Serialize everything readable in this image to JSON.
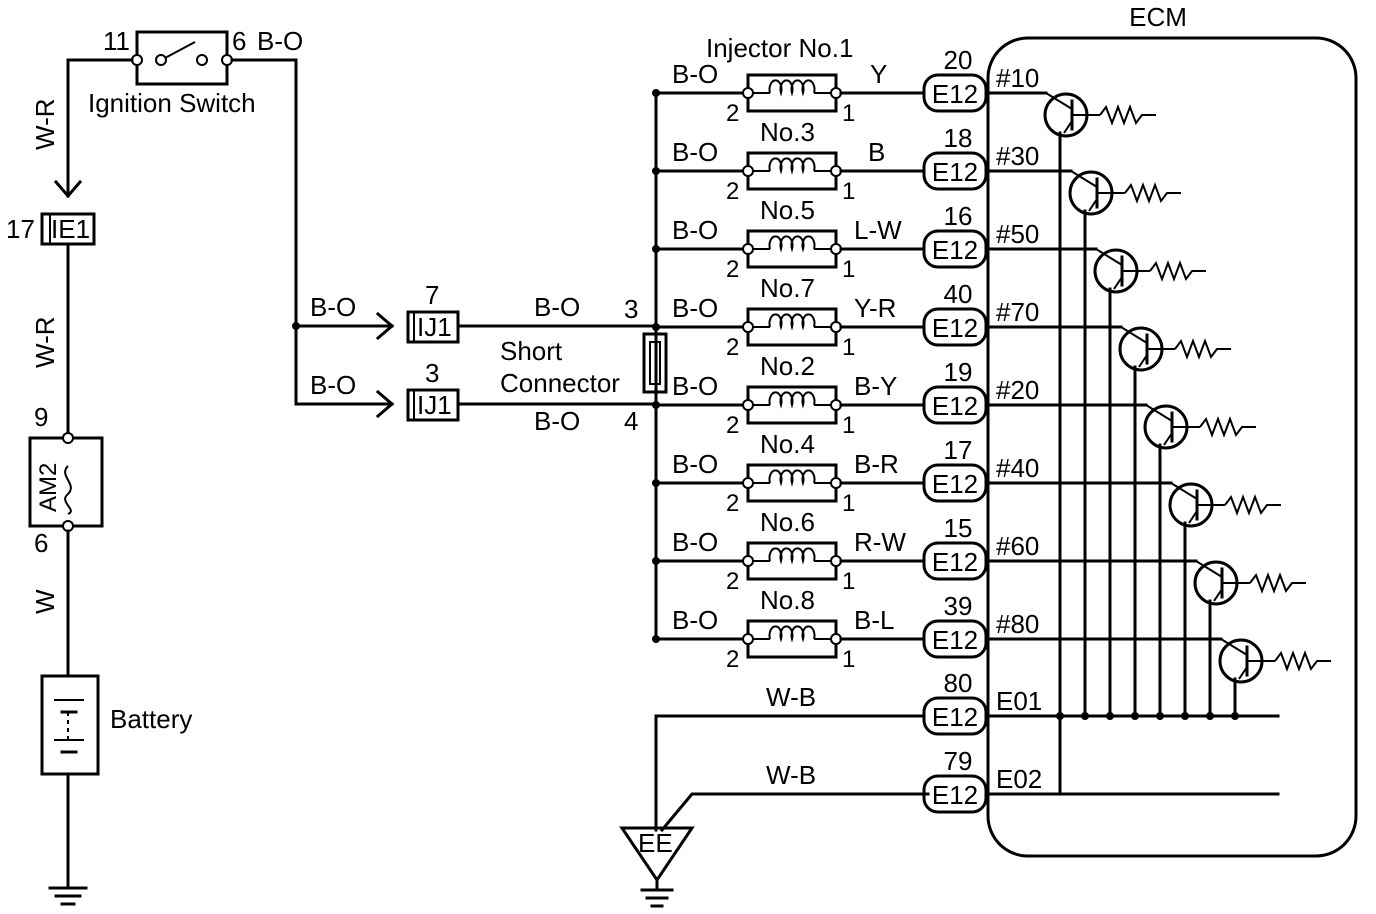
{
  "ecm": {
    "label": "ECM"
  },
  "ignition": {
    "label": "Ignition Switch",
    "pin_in": "11",
    "pin_out": "6",
    "out_wire": "B-O",
    "in_wire": "W-R"
  },
  "ie1": {
    "name": "IE1",
    "pin": "17",
    "wire_below": "W-R"
  },
  "fuse": {
    "name": "AM2",
    "pin_top": "9",
    "pin_bottom": "6",
    "wire_below": "W"
  },
  "battery": {
    "label": "Battery"
  },
  "ij1_upper": {
    "name": "IJ1",
    "pin": "7",
    "wire_in": "B-O",
    "wire_out": "B-O"
  },
  "ij1_lower": {
    "name": "IJ1",
    "pin": "3",
    "wire_in": "B-O",
    "wire_out": "B-O"
  },
  "short_connector": {
    "line1": "Short",
    "line2": "Connector",
    "pin_top": "3",
    "pin_bottom": "4"
  },
  "injectors": [
    {
      "label": "Injector No.1",
      "supply_wire": "B-O",
      "pin_a": "2",
      "pin_b": "1",
      "out_wire": "Y",
      "ecm_conn": "E12",
      "ecm_pin": "20",
      "ecm_signal": "#10"
    },
    {
      "label": "No.3",
      "supply_wire": "B-O",
      "pin_a": "2",
      "pin_b": "1",
      "out_wire": "B",
      "ecm_conn": "E12",
      "ecm_pin": "18",
      "ecm_signal": "#30"
    },
    {
      "label": "No.5",
      "supply_wire": "B-O",
      "pin_a": "2",
      "pin_b": "1",
      "out_wire": "L-W",
      "ecm_conn": "E12",
      "ecm_pin": "16",
      "ecm_signal": "#50"
    },
    {
      "label": "No.7",
      "supply_wire": "B-O",
      "pin_a": "2",
      "pin_b": "1",
      "out_wire": "Y-R",
      "ecm_conn": "E12",
      "ecm_pin": "40",
      "ecm_signal": "#70"
    },
    {
      "label": "No.2",
      "supply_wire": "B-O",
      "pin_a": "2",
      "pin_b": "1",
      "out_wire": "B-Y",
      "ecm_conn": "E12",
      "ecm_pin": "19",
      "ecm_signal": "#20"
    },
    {
      "label": "No.4",
      "supply_wire": "B-O",
      "pin_a": "2",
      "pin_b": "1",
      "out_wire": "B-R",
      "ecm_conn": "E12",
      "ecm_pin": "17",
      "ecm_signal": "#40"
    },
    {
      "label": "No.6",
      "supply_wire": "B-O",
      "pin_a": "2",
      "pin_b": "1",
      "out_wire": "R-W",
      "ecm_conn": "E12",
      "ecm_pin": "15",
      "ecm_signal": "#60"
    },
    {
      "label": "No.8",
      "supply_wire": "B-O",
      "pin_a": "2",
      "pin_b": "1",
      "out_wire": "B-L",
      "ecm_conn": "E12",
      "ecm_pin": "39",
      "ecm_signal": "#80"
    }
  ],
  "grounds": [
    {
      "wire": "W-B",
      "ecm_conn": "E12",
      "ecm_pin": "80",
      "ecm_signal": "E01"
    },
    {
      "wire": "W-B",
      "ecm_conn": "E12",
      "ecm_pin": "79",
      "ecm_signal": "E02"
    }
  ],
  "ground_point": {
    "label": "EE"
  }
}
